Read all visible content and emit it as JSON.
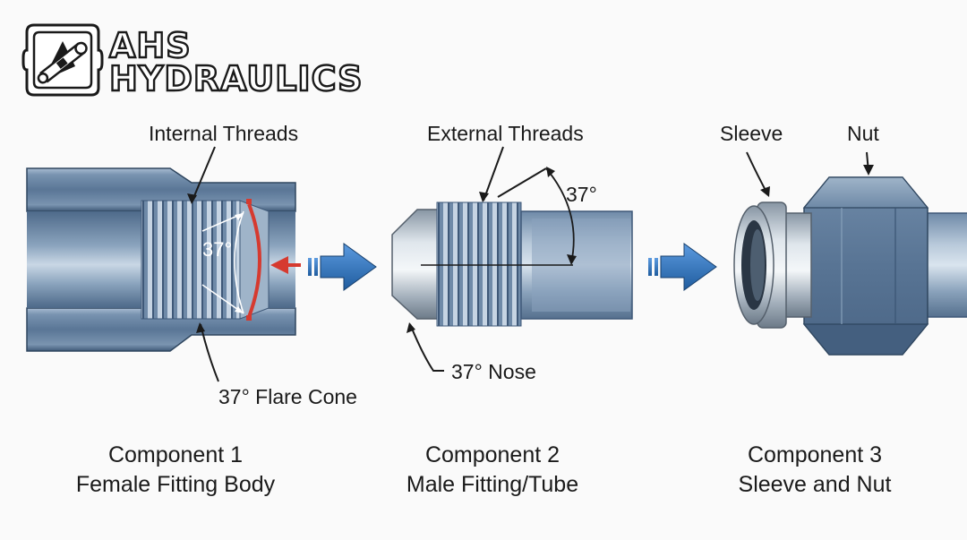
{
  "logo": {
    "line1": "AHS",
    "line2": "HYDRAULICS"
  },
  "labels": {
    "internal_threads": "Internal Threads",
    "flare_cone": "37° Flare Cone",
    "angle_female": "37°",
    "external_threads": "External Threads",
    "angle_male": "37°",
    "nose": "37° Nose",
    "sleeve": "Sleeve",
    "nut": "Nut"
  },
  "components": [
    {
      "title": "Component 1",
      "subtitle": "Female Fitting Body"
    },
    {
      "title": "Component 2",
      "subtitle": "Male Fitting/Tube"
    },
    {
      "title": "Component 3",
      "subtitle": "Sleeve and Nut"
    }
  ],
  "colors": {
    "steel_dark": "#3f5a78",
    "steel_mid": "#7e98b4",
    "steel_light": "#c5d3e2",
    "arrow_blue": "#2e6fb3",
    "accent_red": "#d63a2f"
  }
}
